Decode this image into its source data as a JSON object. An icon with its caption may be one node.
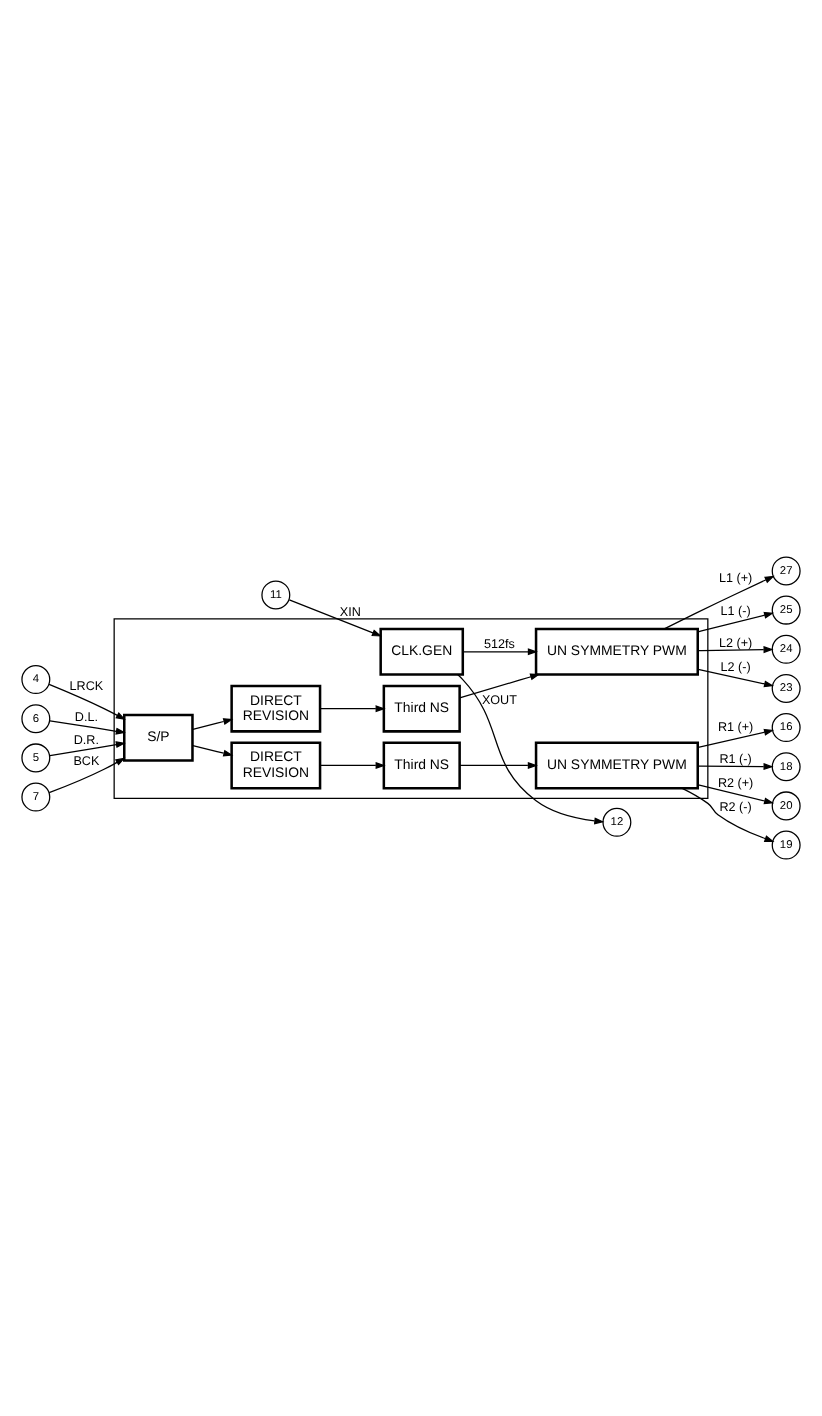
{
  "diagram": {
    "nodes": [
      {
        "text": [],
        "shape": "box"
      },
      {
        "text": [
          "4"
        ]
      },
      {
        "text": [
          "6"
        ]
      },
      {
        "text": [
          "5"
        ]
      },
      {
        "text": [
          "7"
        ]
      },
      {
        "text": [
          "12"
        ]
      },
      {
        "text": [
          "11"
        ]
      },
      {
        "text": [
          "S/P"
        ],
        "in": 0
      },
      {
        "text": [
          "CLK.GEN"
        ],
        "in": 0
      },
      {
        "text": [
          "DIRECT REVISION"
        ],
        "in": 0
      },
      {
        "text": [
          "DIRECT REVISION"
        ],
        "in": 0
      },
      {
        "text": [
          "Third NS"
        ],
        "in": 0
      },
      {
        "text": [
          "Third NS"
        ],
        "in": 0
      },
      {
        "text": [
          "UN SYMMETRY PWM"
        ],
        "in": 0
      },
      {
        "text": [
          "UN SYMMETRY PWM"
        ],
        "in": 0
      },
      {
        "text": [
          "27"
        ]
      },
      {
        "text": [
          "25"
        ]
      },
      {
        "text": [
          "24"
        ]
      },
      {
        "text": [
          "23"
        ]
      },
      {
        "text": [
          "16"
        ]
      },
      {
        "text": [
          "18"
        ]
      },
      {
        "text": [
          "20"
        ]
      },
      {
        "text": [
          "19"
        ]
      }
    ],
    "edges": [
      {
        "from": 1,
        "to": 7,
        "arrow": "to",
        "label": "LRCK"
      },
      {
        "from": 2,
        "to": 7,
        "arrow": "to",
        "label": "D.L."
      },
      {
        "from": 3,
        "to": 7,
        "arrow": "to",
        "label": "D.R."
      },
      {
        "from": 4,
        "to": 7,
        "arrow": "to",
        "label": "BCK"
      },
      {
        "from": 8,
        "to": 5,
        "arrow": "to",
        "label": "XOUT"
      },
      {
        "from": 6,
        "to": 8,
        "arrow": "to",
        "label": "XIN"
      },
      {
        "from": 7,
        "to": 9,
        "arrow": "to"
      },
      {
        "from": 7,
        "to": 10,
        "arrow": "to"
      },
      {
        "from": 9,
        "to": 11,
        "arrow": "to"
      },
      {
        "from": 10,
        "to": 12,
        "arrow": "to"
      },
      {
        "from": 11,
        "to": 13,
        "arrow": "to"
      },
      {
        "from": 12,
        "to": 14,
        "arrow": "to"
      },
      {
        "from": 8,
        "to": 14,
        "arrow": "to",
        "label": "512fs"
      },
      {
        "from": 14,
        "to": 15,
        "arrow": "to",
        "label": "L1 (+)"
      },
      {
        "from": 14,
        "to": 16,
        "arrow": "to",
        "label": "L1 (-)"
      },
      {
        "from": 14,
        "to": 17,
        "arrow": "to",
        "label": "L2 (+)"
      },
      {
        "from": 14,
        "to": 18,
        "arrow": "to",
        "label": "L2 (-)"
      },
      {
        "from": 13,
        "to": 19,
        "arrow": "to",
        "label": "R1 (+)"
      },
      {
        "from": 13,
        "to": 20,
        "arrow": "to",
        "label": "R1 (-)"
      },
      {
        "from": 13,
        "to": 21,
        "arrow": "to",
        "label": "R2 (+)"
      },
      {
        "from": 13,
        "to": 22,
        "arrow": "to",
        "label": "R2 (-)"
      }
    ]
  }
}
